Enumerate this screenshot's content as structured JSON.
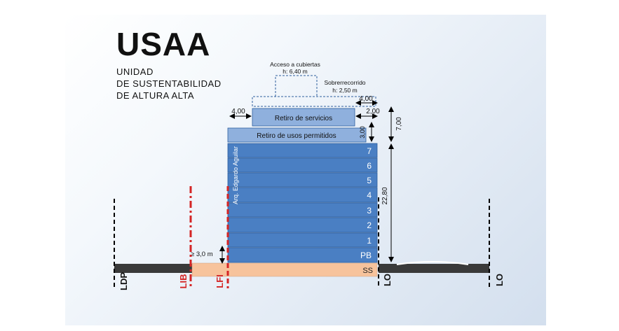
{
  "header": {
    "title": "USAA",
    "subtitle_lines": [
      "UNIDAD",
      "DE SUSTENTABILIDAD",
      "DE ALTURA ALTA"
    ]
  },
  "annotations": {
    "access": [
      "Acceso a cubiertas",
      "h: 6,40 m"
    ],
    "overrun": [
      "Sobrerrecorrido",
      "h: 2,50 m"
    ],
    "setback_left": "4,00",
    "setback_right_top": "4,00",
    "setback_right_services": "2,00",
    "height_permitted": "3,00",
    "height_upper": "7,00",
    "height_main": "22,80",
    "min_height": "≥ 3,0 m",
    "author": "Arq. Edgardo Aguilar"
  },
  "blocks": {
    "services": "Retiro de servicios",
    "permitted": "Retiro de usos permitidos"
  },
  "floors": [
    "7",
    "6",
    "5",
    "4",
    "3",
    "2",
    "1",
    "PB"
  ],
  "basement": "SS",
  "lines": {
    "ldp": "LDP",
    "lib": "LIB",
    "lfi": "LFI",
    "lo_left": "LO",
    "lo_right": "LO"
  },
  "colors": {
    "floor_fill": "#4a7fc3",
    "floor_stroke": "#2f5f9e",
    "block_fill": "#8fb0dd",
    "basement_fill": "#f7c39c",
    "ground": "#3a3a3a",
    "red_line": "#d42424"
  }
}
